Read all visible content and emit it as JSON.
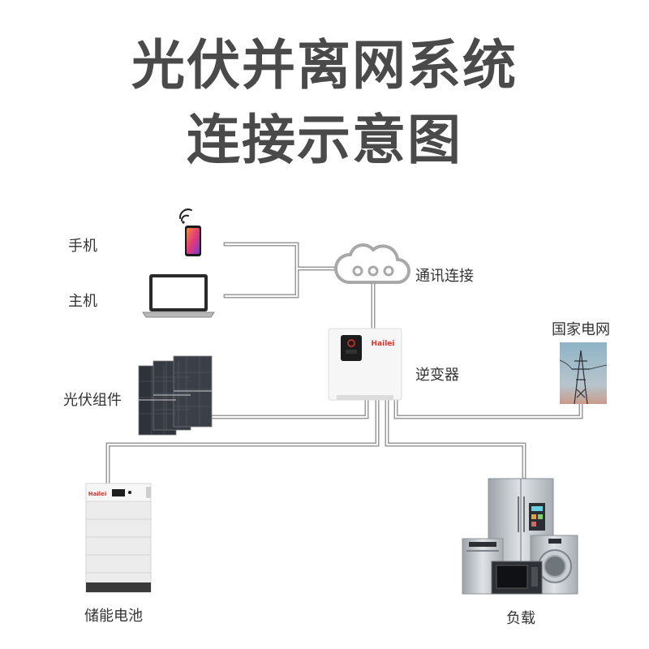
{
  "title": {
    "line1": "光伏并离网系统",
    "line2": "连接示意图"
  },
  "labels": {
    "phone": "手机",
    "host": "主机",
    "cloud": "通讯连接",
    "grid": "国家电网",
    "inverter": "逆变器",
    "pv": "光伏组件",
    "battery": "储能电池",
    "load": "负载"
  },
  "brand": {
    "inverter": "Hailei",
    "battery": "Hailei"
  },
  "colors": {
    "line": "#d0d0d0",
    "line_edge": "#9a9a9a",
    "inverter_accent": "#d9342b",
    "title": "#4a4a4a"
  },
  "icons": [
    "wifi-icon",
    "phone-icon",
    "laptop-icon",
    "cloud-icon",
    "inverter-icon",
    "grid-tower-icon",
    "pv-panel-icon",
    "battery-icon",
    "appliances-icon"
  ]
}
